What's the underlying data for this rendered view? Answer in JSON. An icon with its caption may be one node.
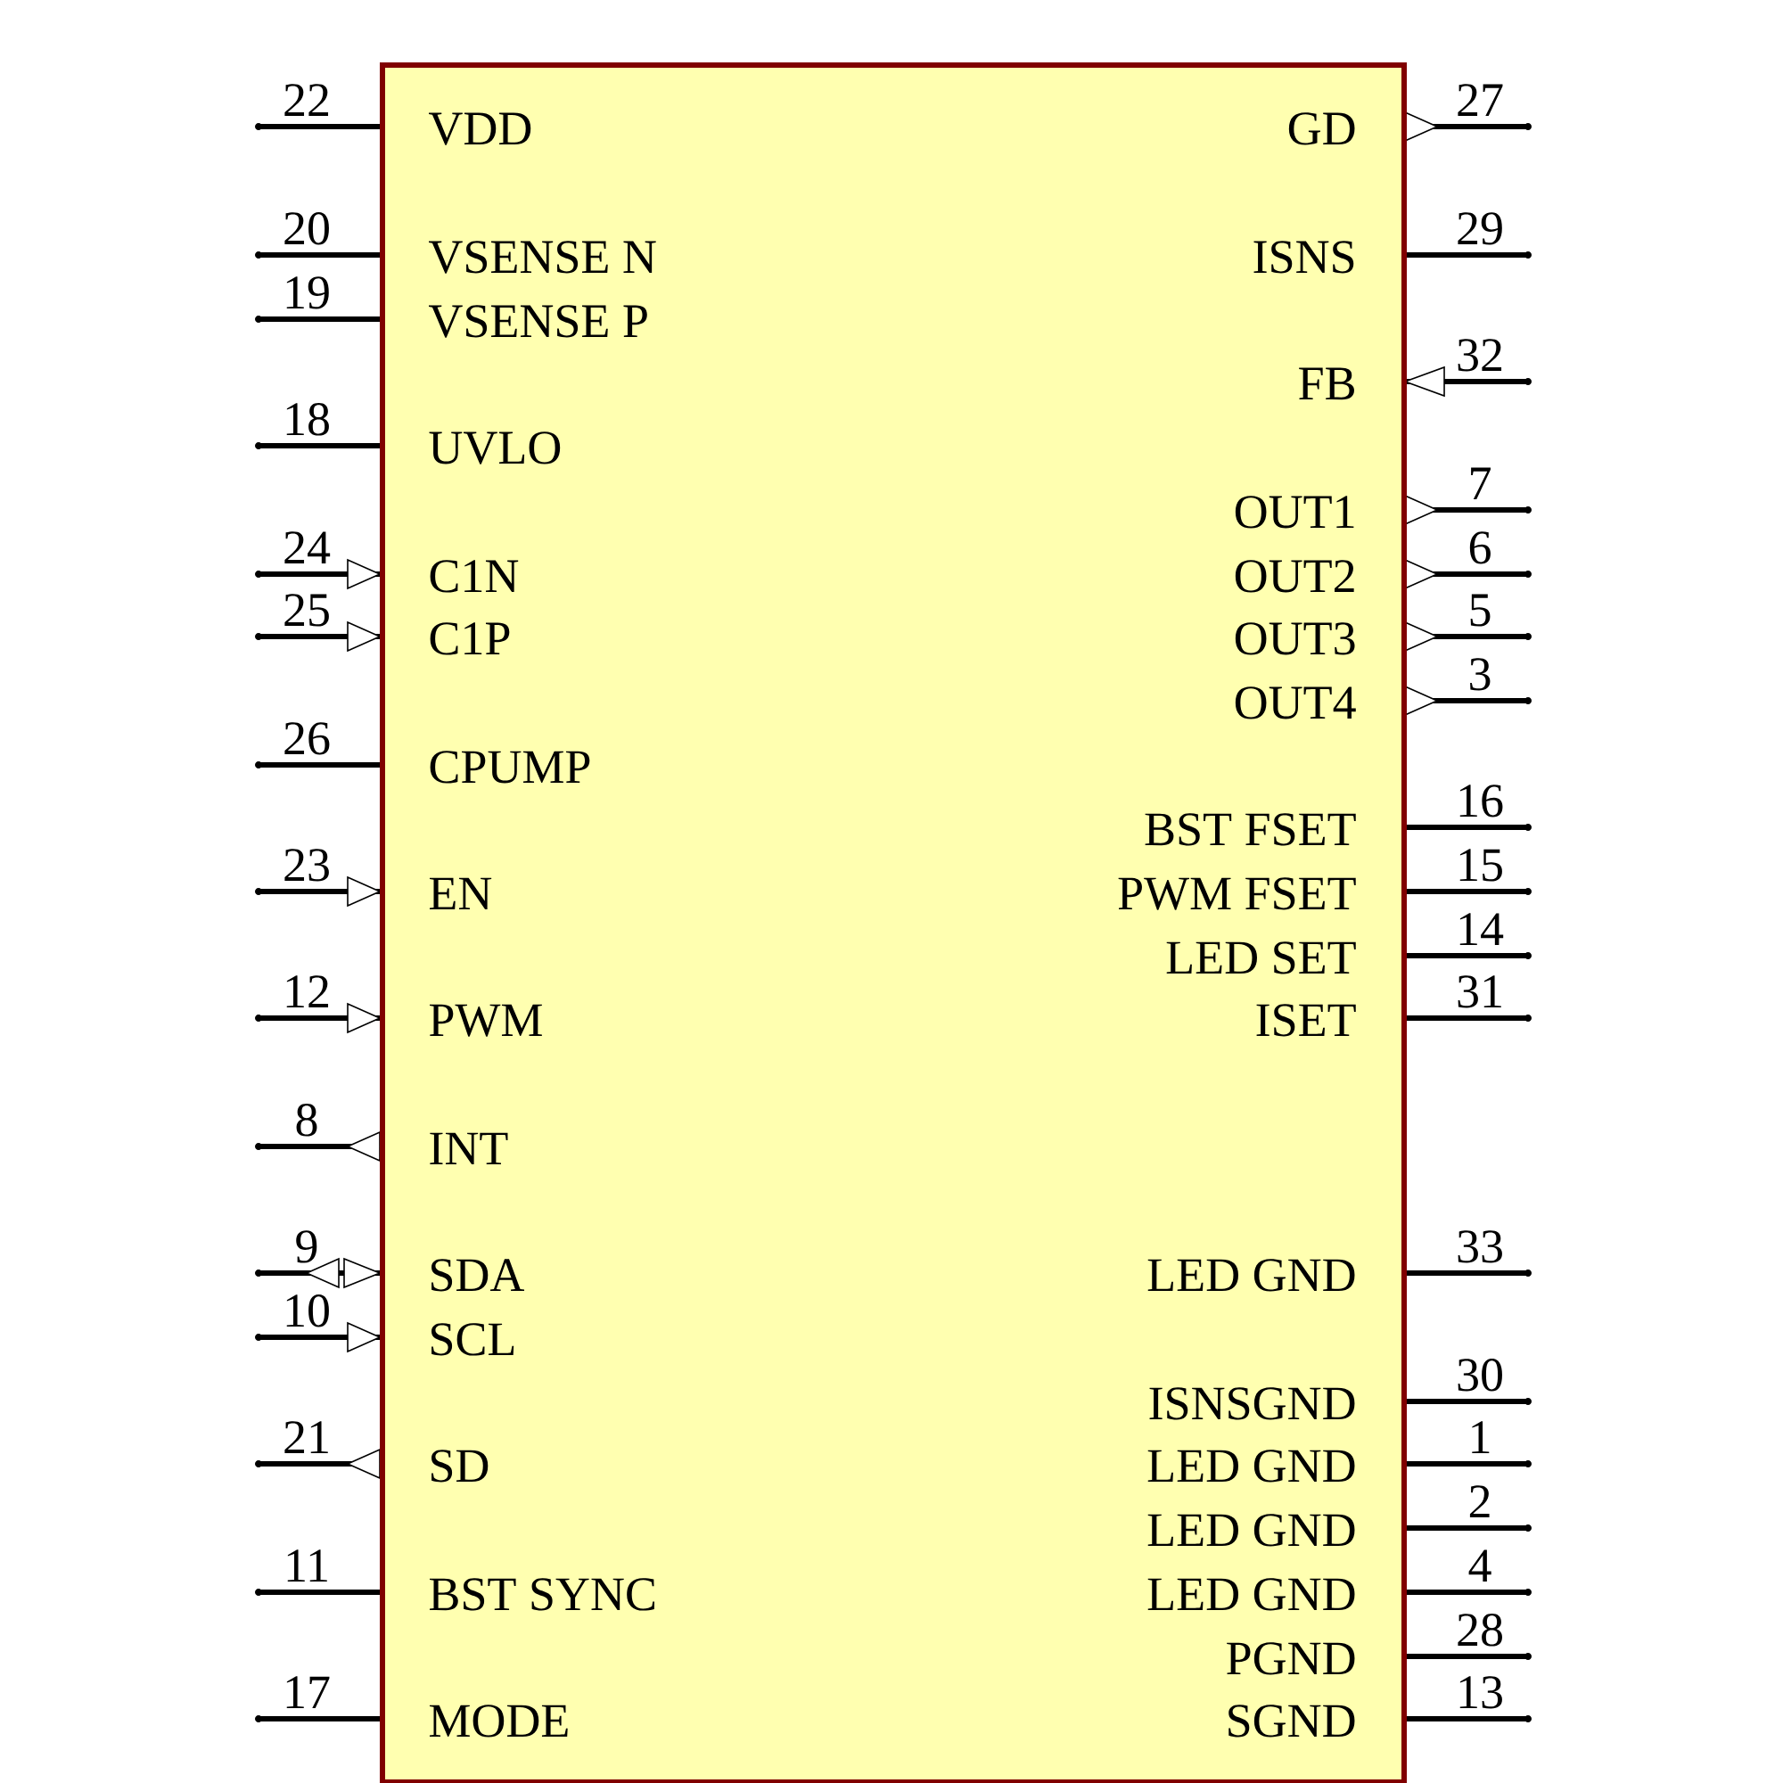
{
  "diagram": {
    "nodes": [
      {
        "text": [
          "VDD",
          "GD",
          "VSENSE N",
          "ISNS",
          "VSENSE P",
          "FB",
          "UVLO",
          "OUT1",
          "C1N",
          "OUT2",
          "C1P",
          "OUT3",
          "OUT4",
          "CPUMP",
          "BST FSET",
          "EN",
          "PWM FSET",
          "LED SET",
          "PWM",
          "ISET",
          "INT",
          "SDA",
          "LED GND",
          "SCL",
          "ISNSGND",
          "SD",
          "LED GND",
          "LED GND",
          "BST SYNC",
          "LED GND",
          "PGND",
          "MODE",
          "SGND"
        ]
      }
    ],
    "labels": [
      "22",
      "27",
      "20",
      "29",
      "19",
      "32",
      "18",
      "7",
      "24",
      "6",
      "25",
      "5",
      "3",
      "26",
      "16",
      "23",
      "15",
      "14",
      "12",
      "31",
      "8",
      "9",
      "33",
      "10",
      "30",
      "21",
      "1",
      "2",
      "11",
      "4",
      "28",
      "17",
      "13"
    ]
  }
}
